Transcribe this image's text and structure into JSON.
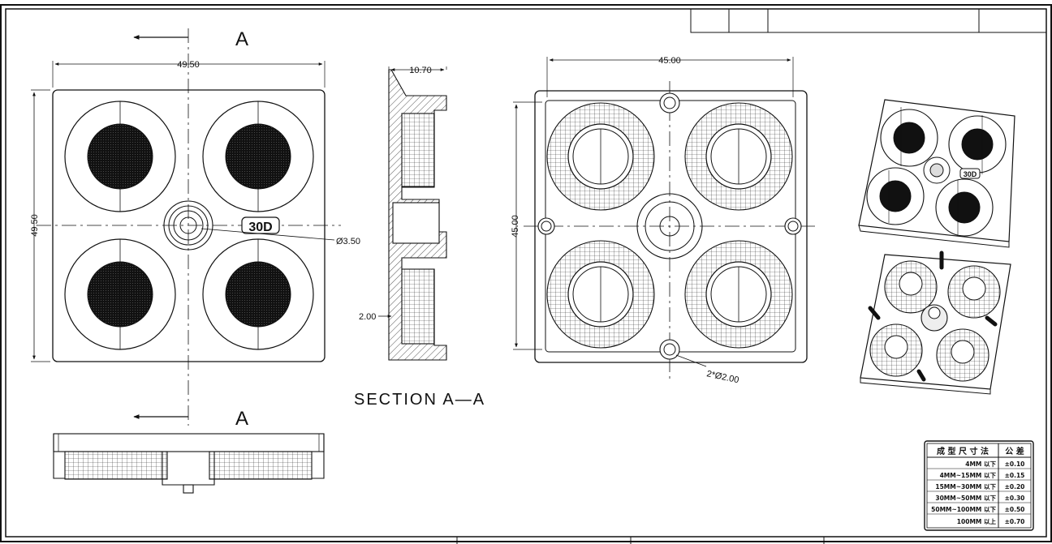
{
  "drawing": {
    "section_marker": "A",
    "section_title": "SECTION A—A",
    "front_view": {
      "dim_width": "49.50",
      "dim_height": "49.50",
      "dim_center_hole": "Ø3.50",
      "angle_badge": "30D"
    },
    "section_view": {
      "dim_thickness": "10.70",
      "dim_wall": "2.00"
    },
    "back_view": {
      "dim_width": "45.00",
      "dim_height": "45.00",
      "dim_pins": "2*Ø2.00"
    },
    "iso_badge": "30D"
  },
  "tolerance_table": {
    "header_left": "成 型 尺 寸 法",
    "header_right": "公 差",
    "rows": [
      {
        "range": "4MM 以下",
        "tol": "±0.10"
      },
      {
        "range": "4MM~15MM 以下",
        "tol": "±0.15"
      },
      {
        "range": "15MM~30MM 以下",
        "tol": "±0.20"
      },
      {
        "range": "30MM~50MM 以下",
        "tol": "±0.30"
      },
      {
        "range": "50MM~100MM 以下",
        "tol": "±0.50"
      },
      {
        "range": "100MM 以上",
        "tol": "±0.70"
      }
    ]
  }
}
